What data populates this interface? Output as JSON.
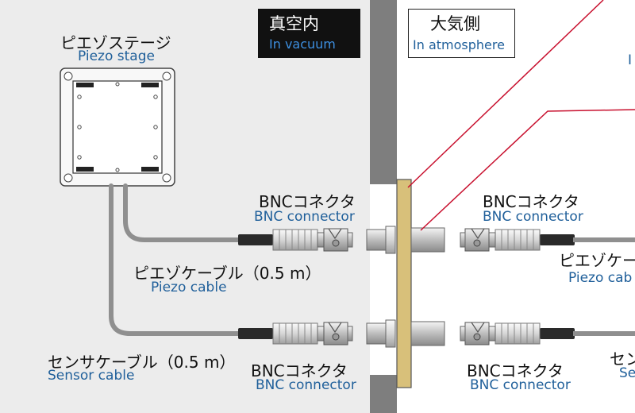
{
  "zones": {
    "vacuum": {
      "jp": "真空内",
      "en": "In vacuum"
    },
    "atmosphere": {
      "jp": "大気側",
      "en": "In atmosphere"
    }
  },
  "labels": {
    "piezo_stage": {
      "jp": "ピエゾステージ",
      "en": "Piezo stage"
    },
    "bnc_top_left": {
      "jp": "BNCコネクタ",
      "en": "BNC connector"
    },
    "piezo_cable_left": {
      "jp": "ピエゾケーブル（0.5 m）",
      "en": "Piezo cable"
    },
    "sensor_cable_left": {
      "jp": "センサケーブル（0.5 m）",
      "en": "Sensor cable"
    },
    "bnc_bottom_left": {
      "jp": "BNCコネクタ",
      "en": "BNC connector"
    },
    "bnc_top_right": {
      "jp": "BNCコネクタ",
      "en": "BNC connector"
    },
    "bnc_bottom_right": {
      "jp": "BNCコネクタ",
      "en": "BNC connector"
    },
    "piezo_cable_right": {
      "jp": "ピエゾケーブ",
      "en": "Piezo cab"
    },
    "sensor_cable_right": {
      "jp": "セン",
      "en": "Se"
    },
    "edge_clip": "I"
  },
  "colors": {
    "vacuum_bg": "#ececec",
    "wall": "#7e7e7e",
    "flange": "#d8c07a",
    "cable": "#8f8f8f",
    "leader": "#c8102e",
    "english_text": "#1f5f9a"
  }
}
